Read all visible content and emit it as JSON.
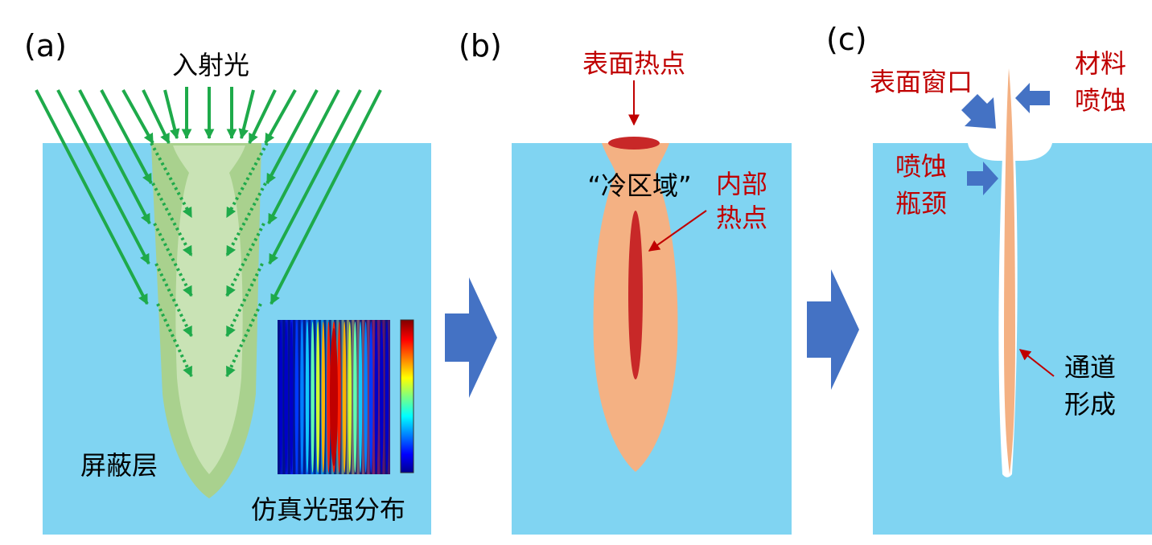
{
  "panels": {
    "a": {
      "label": "(a)",
      "incident_light": "入射光",
      "shield_layer": "屏蔽层",
      "simulation_label": "仿真光强分布"
    },
    "b": {
      "label": "(b)",
      "surface_hotspot": "表面热点",
      "cold_zone": "“冷区域”",
      "internal_hotspot": [
        "内部",
        "热点"
      ]
    },
    "c": {
      "label": "(c)",
      "surface_window": "表面窗口",
      "material_ablation": [
        "材料",
        "喷蚀"
      ],
      "ablation_neck": [
        "喷蚀",
        "瓶颈"
      ],
      "channel_formation": [
        "通道",
        "形成"
      ]
    }
  },
  "colors": {
    "substrate": "#80d4f2",
    "light_arrow": "#1eaa4a",
    "shield_outer": "#a9d18e",
    "shield_inner": "#c9e3b5",
    "heated": "#f4b183",
    "hotspot": "#c82828",
    "annotation_red": "#c00000",
    "process_arrow": "#4472c4",
    "text": "#000000"
  }
}
